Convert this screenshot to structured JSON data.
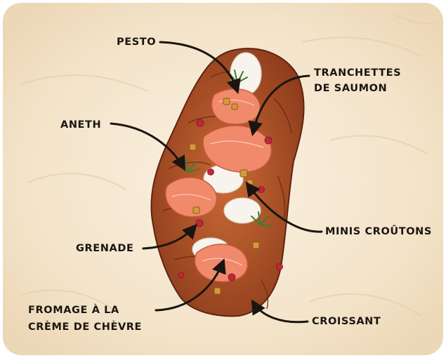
{
  "labels": {
    "pesto": "PESTO",
    "tranchettes_1": "TRANCHETTES",
    "tranchettes_2": "DE SAUMON",
    "aneth": "ANETH",
    "grenade": "GRENADE",
    "croutons": "MINIS CROÛTONS",
    "fromage_1": "FROMAGE À LA",
    "fromage_2": "CRÈME DE CHÈVRE",
    "croissant": "CROISSANT"
  },
  "colors": {
    "paper": "#f6ead7",
    "ink": "#1a1512",
    "croissant": "#b9562a",
    "salmon": "#f08a6a",
    "cream": "#f7f4ee",
    "dill": "#3e7d2f",
    "pomegranate": "#c0283a",
    "crouton": "#d39a3c"
  }
}
